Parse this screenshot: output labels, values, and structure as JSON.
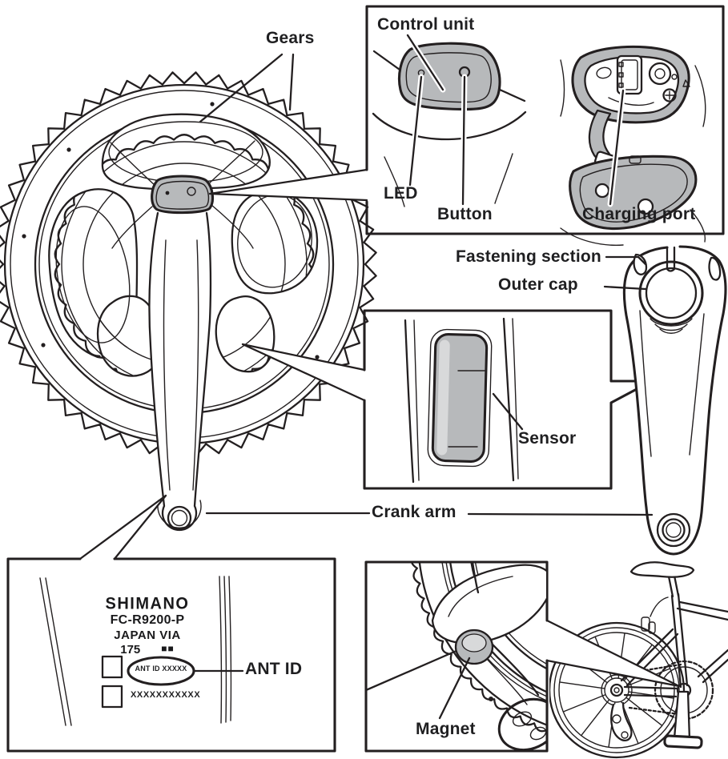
{
  "labels": {
    "gears": "Gears",
    "control_unit": "Control unit",
    "led": "LED",
    "button": "Button",
    "charging_port": "Charging port",
    "fastening_section": "Fastening section",
    "outer_cap": "Outer cap",
    "sensor": "Sensor",
    "crank_arm": "Crank arm",
    "ant_id": "ANT ID",
    "magnet": "Magnet"
  },
  "sticker": {
    "brand": "SHIMANO",
    "model": "FC-R9200-P",
    "origin": "JAPAN VIA",
    "crank_length": "175",
    "length_marks": "■■",
    "ant_id_value": "ANT ID XXXXX",
    "serial_value": "XXXXXXXXXXX"
  },
  "colors": {
    "line": "#231f20",
    "gray_fill": "#b7b9bb",
    "light_gray": "#d8d9da",
    "background": "#ffffff"
  }
}
